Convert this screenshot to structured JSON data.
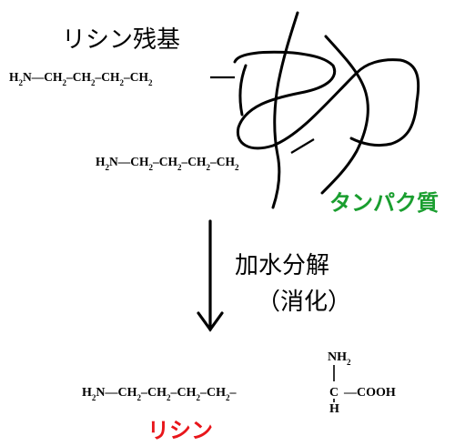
{
  "labels": {
    "lysine_residue": "リシン残基",
    "protein": "タンパク質",
    "hydrolysis": "加水分解",
    "digestion": "（消化）",
    "lysine": "リシン"
  },
  "formulas": {
    "chain_top": [
      "H",
      "2",
      "N—CH",
      "2",
      "–CH",
      "2",
      "–CH",
      "2",
      "–CH",
      "2"
    ],
    "chain_middle": [
      "H",
      "2",
      "N—CH",
      "2",
      "–CH",
      "2",
      "–CH",
      "2",
      "–CH",
      "2"
    ],
    "lysine_main": [
      "H",
      "2",
      "N—CH",
      "2",
      "–CH",
      "2",
      "–CH",
      "2",
      "–CH",
      "2",
      "–"
    ],
    "lysine_c": "C",
    "lysine_h": "H",
    "lysine_cooh": "—COOH",
    "lysine_nh2": [
      "NH",
      "2"
    ]
  },
  "colors": {
    "text": "#000000",
    "protein": "#1a9e2f",
    "lysine": "#e8161b"
  }
}
